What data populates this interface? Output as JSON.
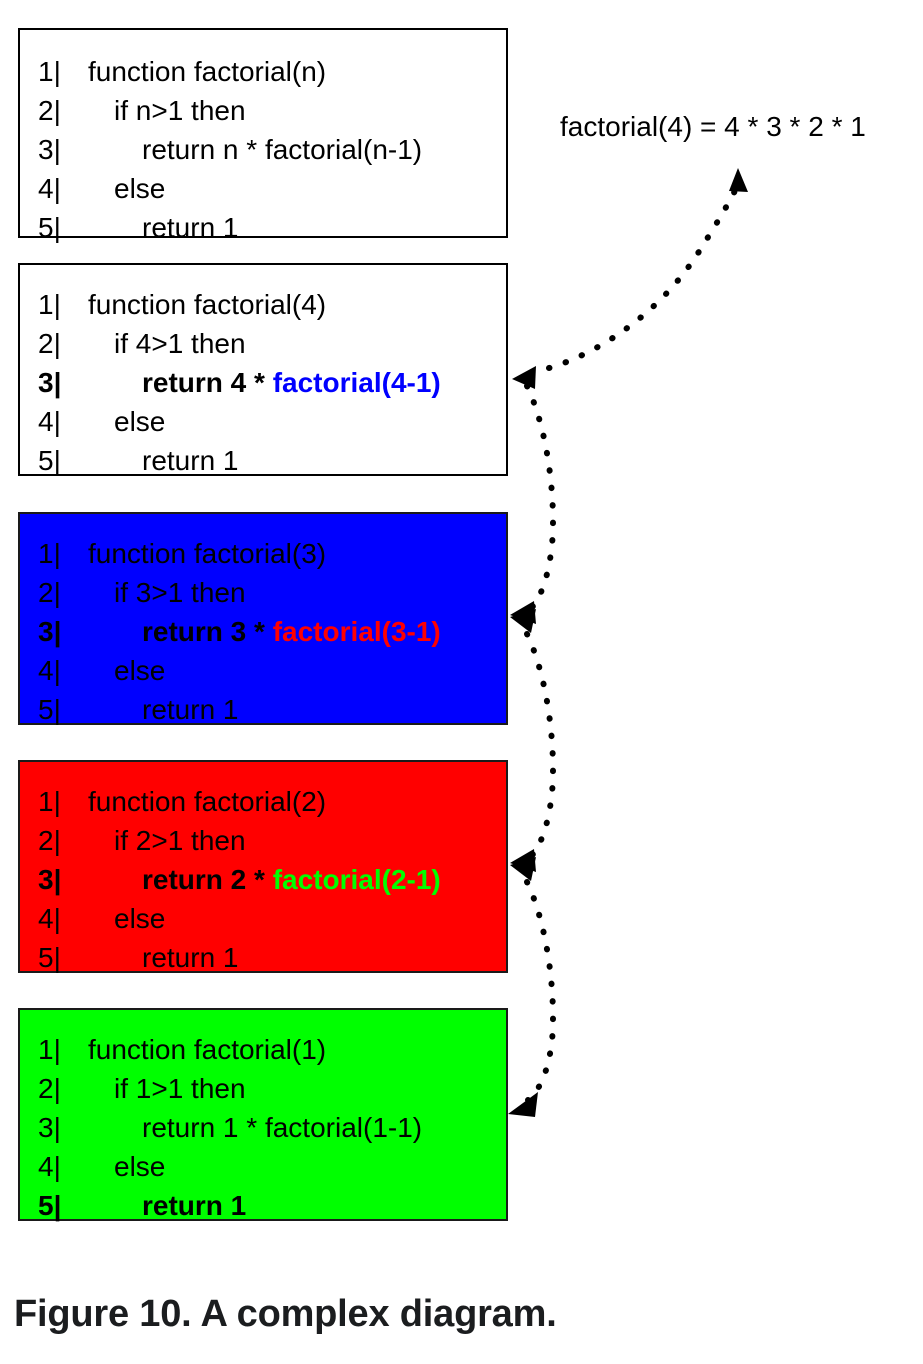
{
  "figure": {
    "caption": "Figure 10. A complex diagram.",
    "annotation": "factorial(4) = 4 * 3 * 2 * 1"
  },
  "colors": {
    "blue": "#0000FF",
    "red": "#FF0000",
    "green": "#00FF00",
    "white": "#FFFFFF",
    "black": "#000000",
    "caption_text": "#1B1D1F"
  },
  "boxes": [
    {
      "id": "generic-definition",
      "background": "#FFFFFF",
      "lines": [
        {
          "num": "1|",
          "text": "function factorial(n)",
          "indent": 0,
          "bold": false
        },
        {
          "num": "2|",
          "text": "if n>1 then",
          "indent": 1,
          "bold": false
        },
        {
          "num": "3|",
          "text": "return n * factorial(n-1)",
          "indent": 2,
          "bold": false
        },
        {
          "num": "4|",
          "text": "else",
          "indent": 1,
          "bold": false
        },
        {
          "num": "5|",
          "text": "return 1",
          "indent": 2,
          "bold": false
        }
      ]
    },
    {
      "id": "call-factorial-4",
      "background": "#FFFFFF",
      "lines": [
        {
          "num": "1|",
          "text": "function factorial(4)",
          "indent": 0,
          "bold": false
        },
        {
          "num": "2|",
          "text": "if 4>1 then",
          "indent": 1,
          "bold": false
        },
        {
          "num": "3|",
          "text": "return 4 * ",
          "indent": 2,
          "bold": true,
          "call": "factorial(4-1)",
          "call_color": "#0000FF"
        },
        {
          "num": "4|",
          "text": "else",
          "indent": 1,
          "bold": false
        },
        {
          "num": "5|",
          "text": "return 1",
          "indent": 2,
          "bold": false
        }
      ]
    },
    {
      "id": "call-factorial-3",
      "background": "#0000FF",
      "lines": [
        {
          "num": "1|",
          "text": "function factorial(3)",
          "indent": 0,
          "bold": false
        },
        {
          "num": "2|",
          "text": "if 3>1 then",
          "indent": 1,
          "bold": false
        },
        {
          "num": "3|",
          "text": "return 3 * ",
          "indent": 2,
          "bold": true,
          "call": "factorial(3-1)",
          "call_color": "#FF0000"
        },
        {
          "num": "4|",
          "text": "else",
          "indent": 1,
          "bold": false
        },
        {
          "num": "5|",
          "text": "return 1",
          "indent": 2,
          "bold": false
        }
      ]
    },
    {
      "id": "call-factorial-2",
      "background": "#FF0000",
      "lines": [
        {
          "num": "1|",
          "text": "function factorial(2)",
          "indent": 0,
          "bold": false
        },
        {
          "num": "2|",
          "text": "if 2>1 then",
          "indent": 1,
          "bold": false
        },
        {
          "num": "3|",
          "text": "return 2 * ",
          "indent": 2,
          "bold": true,
          "call": "factorial(2-1)",
          "call_color": "#00FF00"
        },
        {
          "num": "4|",
          "text": "else",
          "indent": 1,
          "bold": false
        },
        {
          "num": "5|",
          "text": "return 1",
          "indent": 2,
          "bold": false
        }
      ]
    },
    {
      "id": "call-factorial-1",
      "background": "#00FF00",
      "lines": [
        {
          "num": "1|",
          "text": "function factorial(1)",
          "indent": 0,
          "bold": false
        },
        {
          "num": "2|",
          "text": "if 1>1 then",
          "indent": 1,
          "bold": false
        },
        {
          "num": "3|",
          "text": "return 1 * factorial(1-1)",
          "indent": 2,
          "bold": false
        },
        {
          "num": "4|",
          "text": "else",
          "indent": 1,
          "bold": false
        },
        {
          "num": "5|",
          "text": "return 1",
          "indent": 2,
          "bold": true
        }
      ]
    }
  ]
}
